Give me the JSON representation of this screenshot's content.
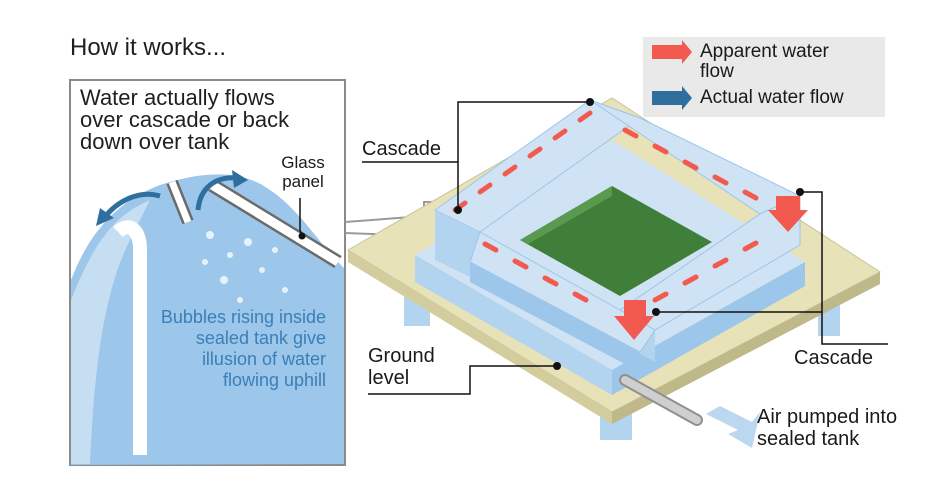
{
  "title": "How it works...",
  "inset": {
    "heading": "Water actually flows over cascade or back down over tank",
    "glass_label": "Glass panel",
    "bubbles_text": "Bubbles rising inside sealed tank give illusion of water flowing uphill"
  },
  "labels": {
    "cascade_left": "Cascade",
    "cascade_right": "Cascade",
    "ground_level": "Ground level",
    "air_pumped": "Air pumped into sealed tank"
  },
  "legend": {
    "items": [
      {
        "label": "Apparent water flow",
        "color": "#f25a4f"
      },
      {
        "label": "Actual water flow",
        "color": "#2f6f9e"
      }
    ]
  },
  "colors": {
    "water_light": "#cfe3f4",
    "water_mid": "#9cc6ea",
    "water_deep": "#6aa6d8",
    "ground_plate": "#e7e2b8",
    "grass": "#3f7f3a",
    "legend_bg": "#e9e9e9"
  }
}
